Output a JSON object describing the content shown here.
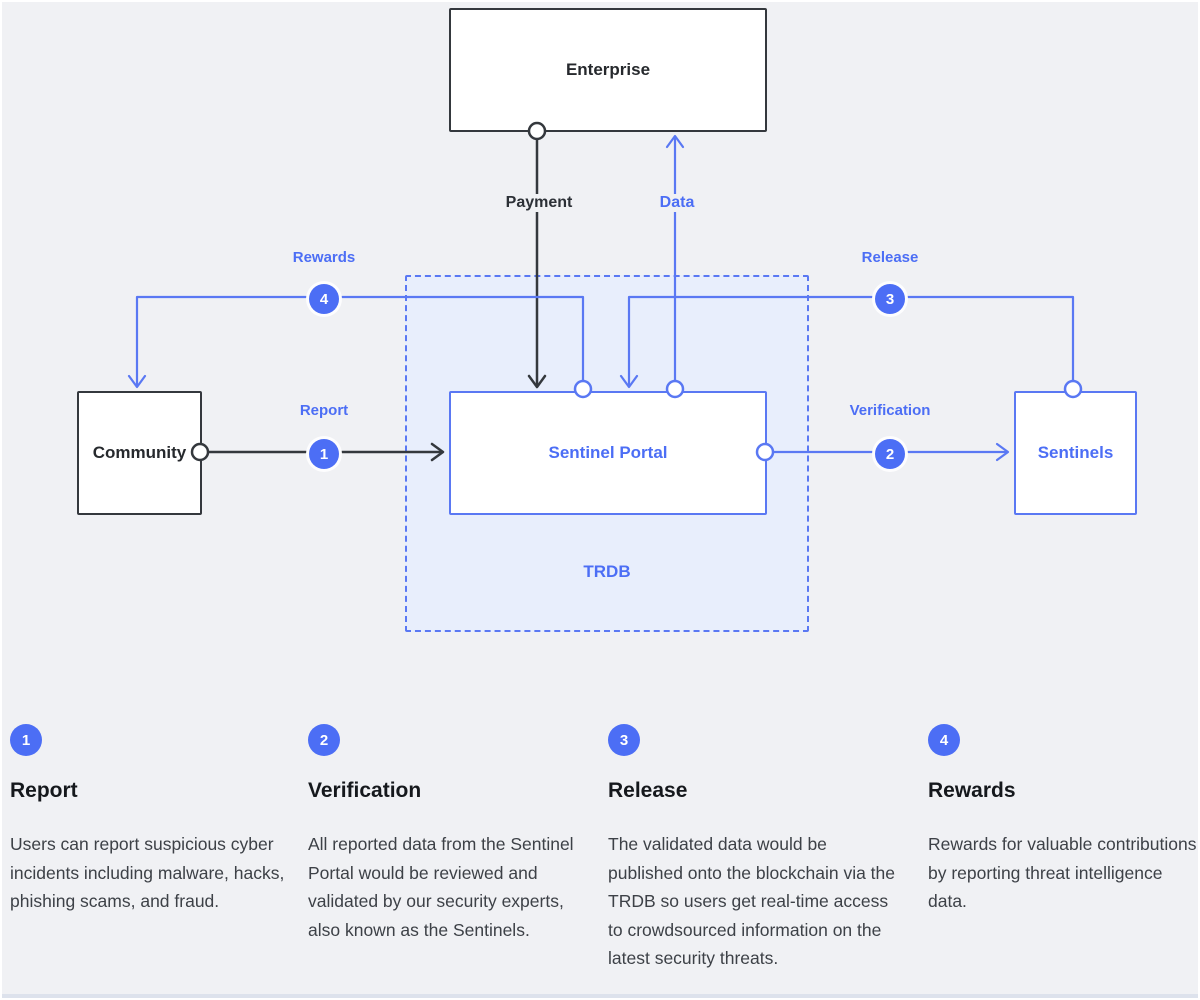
{
  "colors": {
    "accent_blue": "#4c6ef5",
    "line_blue": "#5a78f3",
    "dark_line": "#34383d",
    "canvas_bg": "#f0f1f4",
    "trdb_fill": "#e8eefc",
    "heading_text": "#15181c",
    "body_text": "#3d4147",
    "bottom_strip": "#dde2ec"
  },
  "diagram": {
    "nodes": {
      "enterprise": {
        "label": "Enterprise"
      },
      "community": {
        "label": "Community"
      },
      "portal": {
        "label": "Sentinel Portal"
      },
      "trdb": {
        "label": "TRDB"
      },
      "sentinels": {
        "label": "Sentinels"
      }
    },
    "edges": {
      "payment": {
        "label": "Payment"
      },
      "data": {
        "label": "Data"
      },
      "report": {
        "label": "Report",
        "badge": "1"
      },
      "verification": {
        "label": "Verification",
        "badge": "2"
      },
      "release": {
        "label": "Release",
        "badge": "3"
      },
      "rewards": {
        "label": "Rewards",
        "badge": "4"
      }
    }
  },
  "steps": [
    {
      "num": "1",
      "title": "Report",
      "desc": "Users can report suspicious cyber incidents including malware, hacks, phishing scams, and fraud."
    },
    {
      "num": "2",
      "title": "Verification",
      "desc": "All reported data from the Sentinel Portal would be reviewed and validated by our security experts, also known as the Sentinels."
    },
    {
      "num": "3",
      "title": "Release",
      "desc": "The validated data would be published onto the blockchain via the TRDB so users get real-time access to crowdsourced information on the latest security threats."
    },
    {
      "num": "4",
      "title": "Rewards",
      "desc": "Rewards for valuable contributions by reporting threat intelligence data."
    }
  ]
}
